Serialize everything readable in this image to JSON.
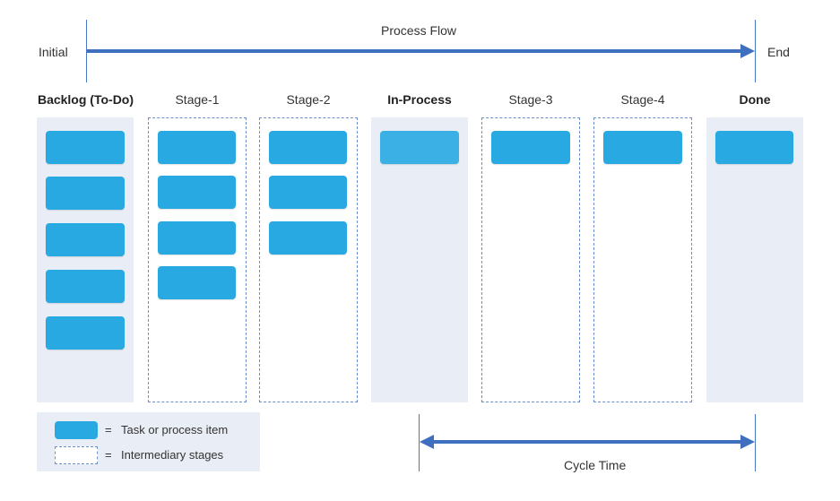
{
  "flow": {
    "start_label": "Initial",
    "title": "Process Flow",
    "end_label": "End"
  },
  "columns": [
    {
      "label": "Backlog (To-Do)",
      "bold": true,
      "style": "solid",
      "tasks": 5
    },
    {
      "label": "Stage-1",
      "bold": false,
      "style": "dashed",
      "tasks": 4
    },
    {
      "label": "Stage-2",
      "bold": false,
      "style": "dashed",
      "tasks": 3
    },
    {
      "label": "In-Process",
      "bold": true,
      "style": "solid",
      "tasks": 1
    },
    {
      "label": "Stage-3",
      "bold": false,
      "style": "dashed",
      "tasks": 1
    },
    {
      "label": "Stage-4",
      "bold": false,
      "style": "dashed",
      "tasks": 1
    },
    {
      "label": "Done",
      "bold": true,
      "style": "solid",
      "tasks": 1
    }
  ],
  "legend": {
    "task_label": "Task or process item",
    "stage_label": "Intermediary stages",
    "equals": "="
  },
  "cycle_time": {
    "label": "Cycle Time"
  },
  "colors": {
    "task": "#29a9e1",
    "arrow": "#3f6fbf",
    "column_bg": "#e9edf5",
    "dash": "#6a8fca"
  }
}
